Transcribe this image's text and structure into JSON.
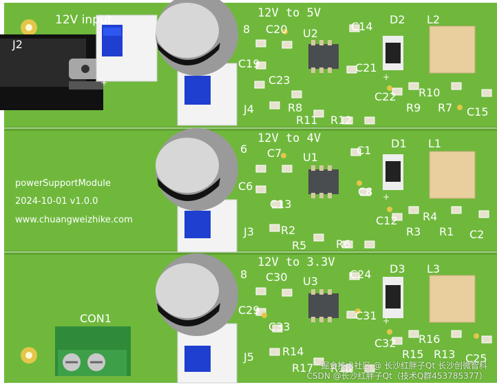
{
  "colors": {
    "board": "#6fb83c",
    "board_edge": "#5da22f",
    "silkscreen": "#ffffff",
    "pad": "#d4c9a0",
    "chip": "#4a4d4f",
    "inductor": "#e8cf9d",
    "jumper": "#1e3fd0",
    "cap_top": "#b8b8b8",
    "terminal": "#2f8a3a"
  },
  "board_text": {
    "module_name": "powerSupportModule",
    "version_line": "2024-10-01  v1.0.0",
    "website": "www.chuangweizhike.com",
    "input_label": "12V input",
    "connector_label": "CON1"
  },
  "sections": [
    {
      "title": "12V to 5V",
      "labels": [
        "C20",
        "U2",
        "C14",
        "D2",
        "L2",
        "C19",
        "C21",
        "C23",
        "C22",
        "R10",
        "R8",
        "R9",
        "R7",
        "C15",
        "J4",
        "R11",
        "R12"
      ]
    },
    {
      "title": "12V to 4V",
      "labels": [
        "C7",
        "U1",
        "C1",
        "D1",
        "L1",
        "C6",
        "C8",
        "C13",
        "C12",
        "R4",
        "R3",
        "R1",
        "C2",
        "J3",
        "R2",
        "R5",
        "R6"
      ]
    },
    {
      "title": "12V to 3.3V",
      "labels": [
        "C30",
        "U3",
        "C24",
        "D3",
        "L3",
        "C29",
        "C31",
        "C33",
        "C32",
        "R16",
        "J5",
        "R14",
        "R15",
        "R13",
        "C25",
        "R17",
        "R18"
      ]
    }
  ],
  "fragments": [
    "J2",
    "8",
    "6",
    "8"
  ],
  "watermark": {
    "line1": "掘金技术社区 @ 长沙红胖子Qt 长沙创微智科",
    "line2": "CSDN @长沙红胖子Qt（技术Q群453785377）"
  }
}
